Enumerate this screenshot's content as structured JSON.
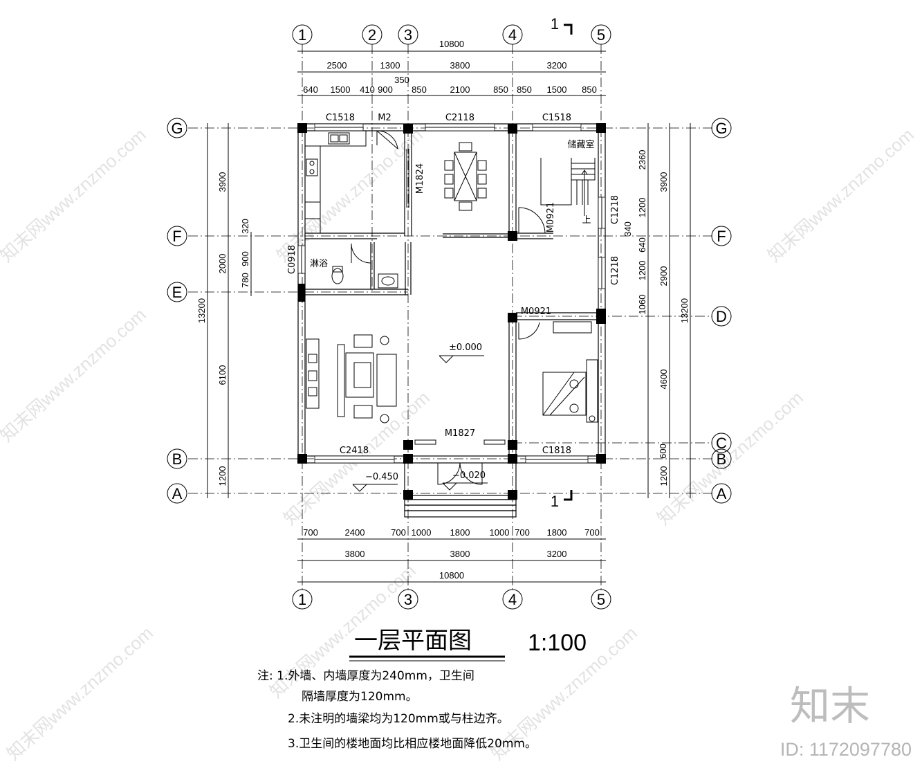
{
  "drawing": {
    "title": "一层平面图",
    "scale": "1:100",
    "section_mark": "1"
  },
  "axes": {
    "vertical": [
      "1",
      "2",
      "3",
      "4",
      "5"
    ],
    "vertical_bottom": [
      "1",
      "3",
      "4",
      "5"
    ],
    "horizontal_left": [
      "G",
      "F",
      "E",
      "B",
      "A"
    ],
    "horizontal_right": [
      "G",
      "F",
      "D",
      "C",
      "B",
      "A"
    ]
  },
  "dims_top": {
    "overall": "10800",
    "row2": [
      "2500",
      "1300",
      "3800",
      "3200"
    ],
    "row3": [
      "640",
      "1500",
      "410",
      "900",
      "850",
      "2100",
      "850",
      "850",
      "1500",
      "850"
    ],
    "small": "350"
  },
  "dims_bottom": {
    "row1": [
      "700",
      "2400",
      "700",
      "1000",
      "1800",
      "1000",
      "700",
      "1800",
      "700"
    ],
    "row2": [
      "3800",
      "3800",
      "3200"
    ],
    "overall": "10800"
  },
  "dims_left": {
    "overall": "13200",
    "row1": [
      "3900",
      "2000",
      "6100",
      "1200"
    ],
    "row2": [
      "320",
      "900",
      "780"
    ]
  },
  "dims_right": {
    "overall": "13200",
    "row1": [
      "3900",
      "2900",
      "4600",
      "1200"
    ],
    "row2": [
      "2360",
      "1200",
      "340",
      "640",
      "1200",
      "1060",
      "600"
    ]
  },
  "labels": {
    "windows": [
      "C1518",
      "C2118",
      "C1518",
      "C2418",
      "C1818",
      "C1218",
      "C1218",
      "C0918"
    ],
    "doors": [
      "M2",
      "M1824",
      "M0921",
      "M0921",
      "M1827"
    ],
    "storage": "储藏室",
    "shower": "淋浴",
    "stair_up": "上",
    "level_main": "±0.000",
    "level_left": "−0.450",
    "level_entry": "−0.020"
  },
  "notes": [
    "注: 1.外墙、内墙厚度为240mm，卫生间",
    "隔墙厚度为120mm。",
    "2.未注明的墙梁均为120mm或与柱边齐。",
    "3.卫生间的楼地面均比相应楼地面降低20mm。"
  ],
  "watermark": {
    "text": "知末网www.znzmo.com",
    "brand": "知末",
    "id": "ID: 1172097780"
  }
}
